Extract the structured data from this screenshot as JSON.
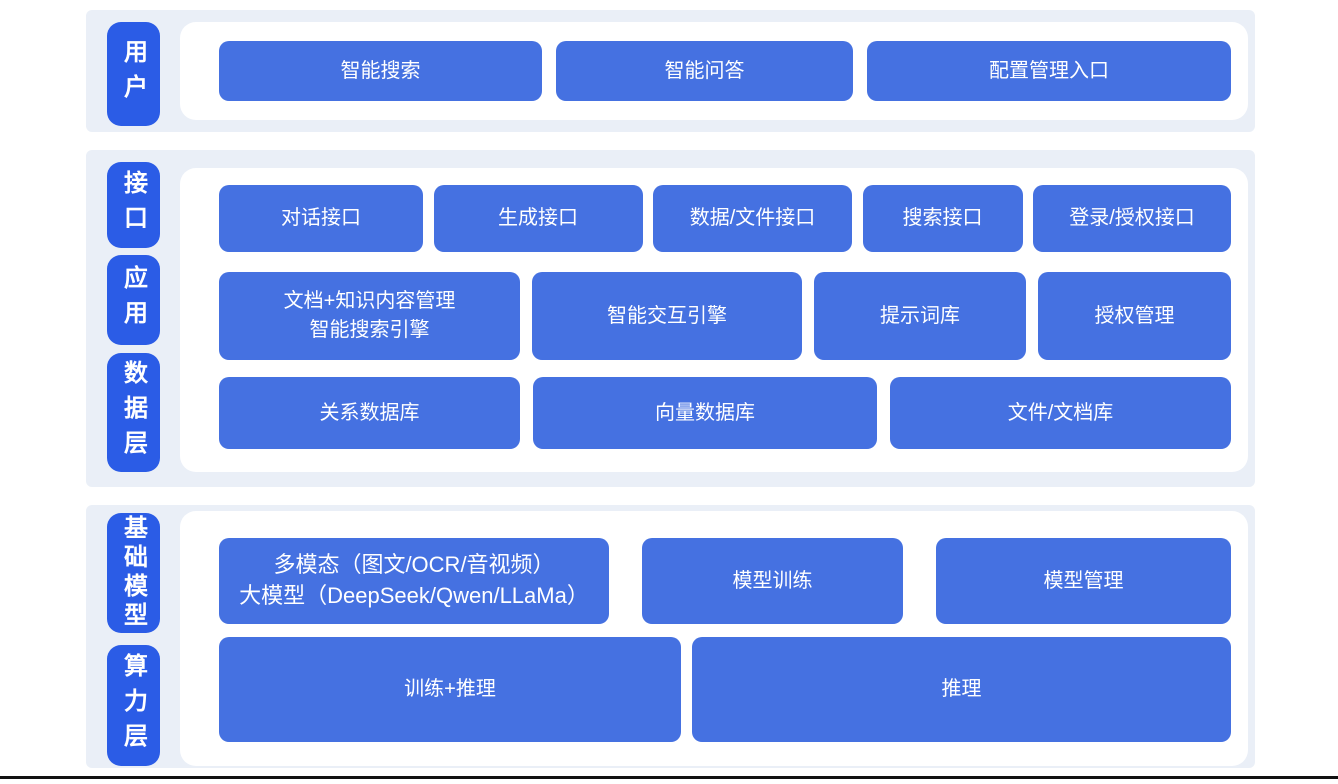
{
  "colors": {
    "label_blue": "#2b5ce6",
    "button_blue": "#4571e1",
    "section_bg": "#eaeff7",
    "panel_bg": "#ffffff",
    "text_white": "#ffffff",
    "divider": "#111111"
  },
  "sections": [
    {
      "name": "user-layer",
      "labels": [
        {
          "text": "用户"
        }
      ],
      "rows": [
        {
          "buttons": [
            {
              "label": "智能搜索"
            },
            {
              "label": "智能问答"
            },
            {
              "label": "配置管理入口"
            }
          ]
        }
      ]
    },
    {
      "name": "interface-application-data-layer",
      "labels": [
        {
          "text": "接口"
        },
        {
          "text": "应用"
        },
        {
          "text": "数据层"
        }
      ],
      "rows": [
        {
          "buttons": [
            {
              "label": "对话接口"
            },
            {
              "label": "生成接口"
            },
            {
              "label": "数据/文件接口"
            },
            {
              "label": "搜索接口"
            },
            {
              "label": "登录/授权接口"
            }
          ]
        },
        {
          "buttons": [
            {
              "line1": "文档+知识内容管理",
              "line2": "智能搜索引擎"
            },
            {
              "label": "智能交互引擎"
            },
            {
              "label": "提示词库"
            },
            {
              "label": "授权管理"
            }
          ]
        },
        {
          "buttons": [
            {
              "label": "关系数据库"
            },
            {
              "label": "向量数据库"
            },
            {
              "label": "文件/文档库"
            }
          ]
        }
      ]
    },
    {
      "name": "foundation-model-compute-layer",
      "labels": [
        {
          "text": "基础模型"
        },
        {
          "text": "算力层"
        }
      ],
      "rows": [
        {
          "buttons": [
            {
              "line1": "多模态（图文/OCR/音视频）",
              "line2": "大模型（DeepSeek/Qwen/LLaMa）"
            },
            {
              "label": "模型训练"
            },
            {
              "label": "模型管理"
            }
          ]
        },
        {
          "buttons": [
            {
              "label": "训练+推理"
            },
            {
              "label": "推理"
            }
          ]
        }
      ]
    }
  ]
}
